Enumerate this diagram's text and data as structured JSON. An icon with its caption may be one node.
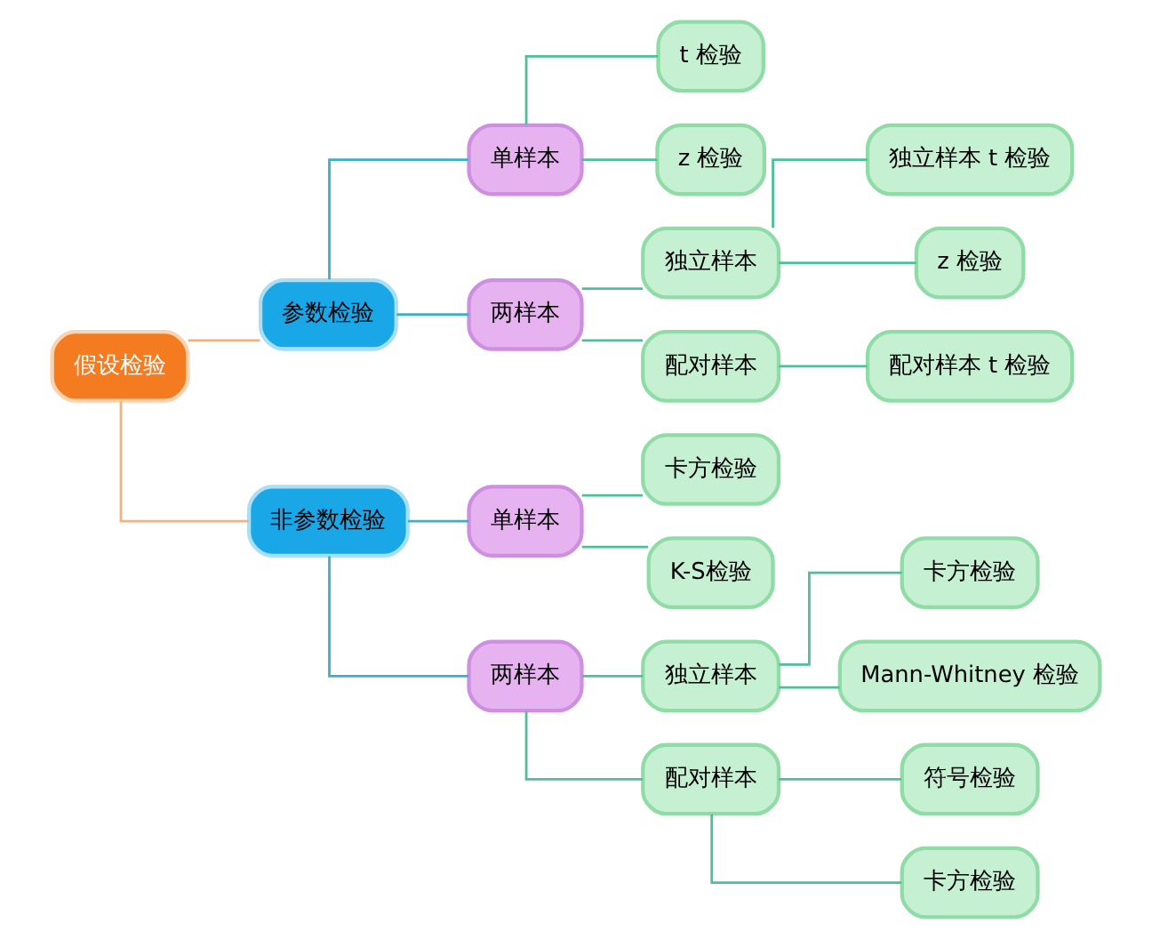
{
  "diagram": {
    "nodes": [
      {
        "text": [
          "假设检验"
        ]
      },
      {
        "text": [
          "参数检验"
        ]
      },
      {
        "text": [
          "单样本"
        ]
      },
      {
        "text": [
          "t 检验"
        ]
      },
      {
        "text": [
          "z 检验"
        ]
      },
      {
        "text": [
          "两样本"
        ]
      },
      {
        "text": [
          "独立样本"
        ]
      },
      {
        "text": [
          "独立样本 t 检验"
        ]
      },
      {
        "text": [
          "z 检验"
        ]
      },
      {
        "text": [
          "配对样本"
        ]
      },
      {
        "text": [
          "配对样本 t 检验"
        ]
      },
      {
        "text": [
          "非参数检验"
        ]
      },
      {
        "text": [
          "单样本"
        ]
      },
      {
        "text": [
          "卡方检验"
        ]
      },
      {
        "text": [
          "K-S检验"
        ]
      },
      {
        "text": [
          "两样本"
        ]
      },
      {
        "text": [
          "独立样本"
        ]
      },
      {
        "text": [
          "卡方检验"
        ]
      },
      {
        "text": [
          "Mann-Whitney 检验"
        ]
      },
      {
        "text": [
          "配对样本"
        ]
      },
      {
        "text": [
          "符号检验"
        ]
      },
      {
        "text": [
          "卡方检验"
        ]
      }
    ],
    "edges": [
      {
        "from": 0,
        "to": 1,
        "arrow": "none",
        "color": "#f2b27a"
      },
      {
        "from": 0,
        "to": 11,
        "arrow": "none",
        "color": "#f2b27a"
      },
      {
        "from": 1,
        "to": 2,
        "arrow": "none",
        "color": "#3bb0c9"
      },
      {
        "from": 1,
        "to": 5,
        "arrow": "none",
        "color": "#3bb0c9"
      },
      {
        "from": 2,
        "to": 3,
        "arrow": "none"
      },
      {
        "from": 2,
        "to": 4,
        "arrow": "none"
      },
      {
        "from": 5,
        "to": 6,
        "arrow": "none"
      },
      {
        "from": 5,
        "to": 9,
        "arrow": "none"
      },
      {
        "from": 6,
        "to": 7,
        "arrow": "none"
      },
      {
        "from": 6,
        "to": 8,
        "arrow": "none"
      },
      {
        "from": 9,
        "to": 10,
        "arrow": "none"
      },
      {
        "from": 11,
        "to": 12,
        "arrow": "none",
        "color": "#3bb0c9"
      },
      {
        "from": 11,
        "to": 15,
        "arrow": "none",
        "color": "#3bb0c9"
      },
      {
        "from": 12,
        "to": 13,
        "arrow": "none"
      },
      {
        "from": 12,
        "to": 14,
        "arrow": "none"
      },
      {
        "from": 15,
        "to": 16,
        "arrow": "none"
      },
      {
        "from": 15,
        "to": 19,
        "arrow": "none"
      },
      {
        "from": 16,
        "to": 17,
        "arrow": "none"
      },
      {
        "from": 16,
        "to": 18,
        "arrow": "none"
      },
      {
        "from": 19,
        "to": 20,
        "arrow": "none"
      },
      {
        "from": 19,
        "to": 21,
        "arrow": "none"
      }
    ]
  }
}
